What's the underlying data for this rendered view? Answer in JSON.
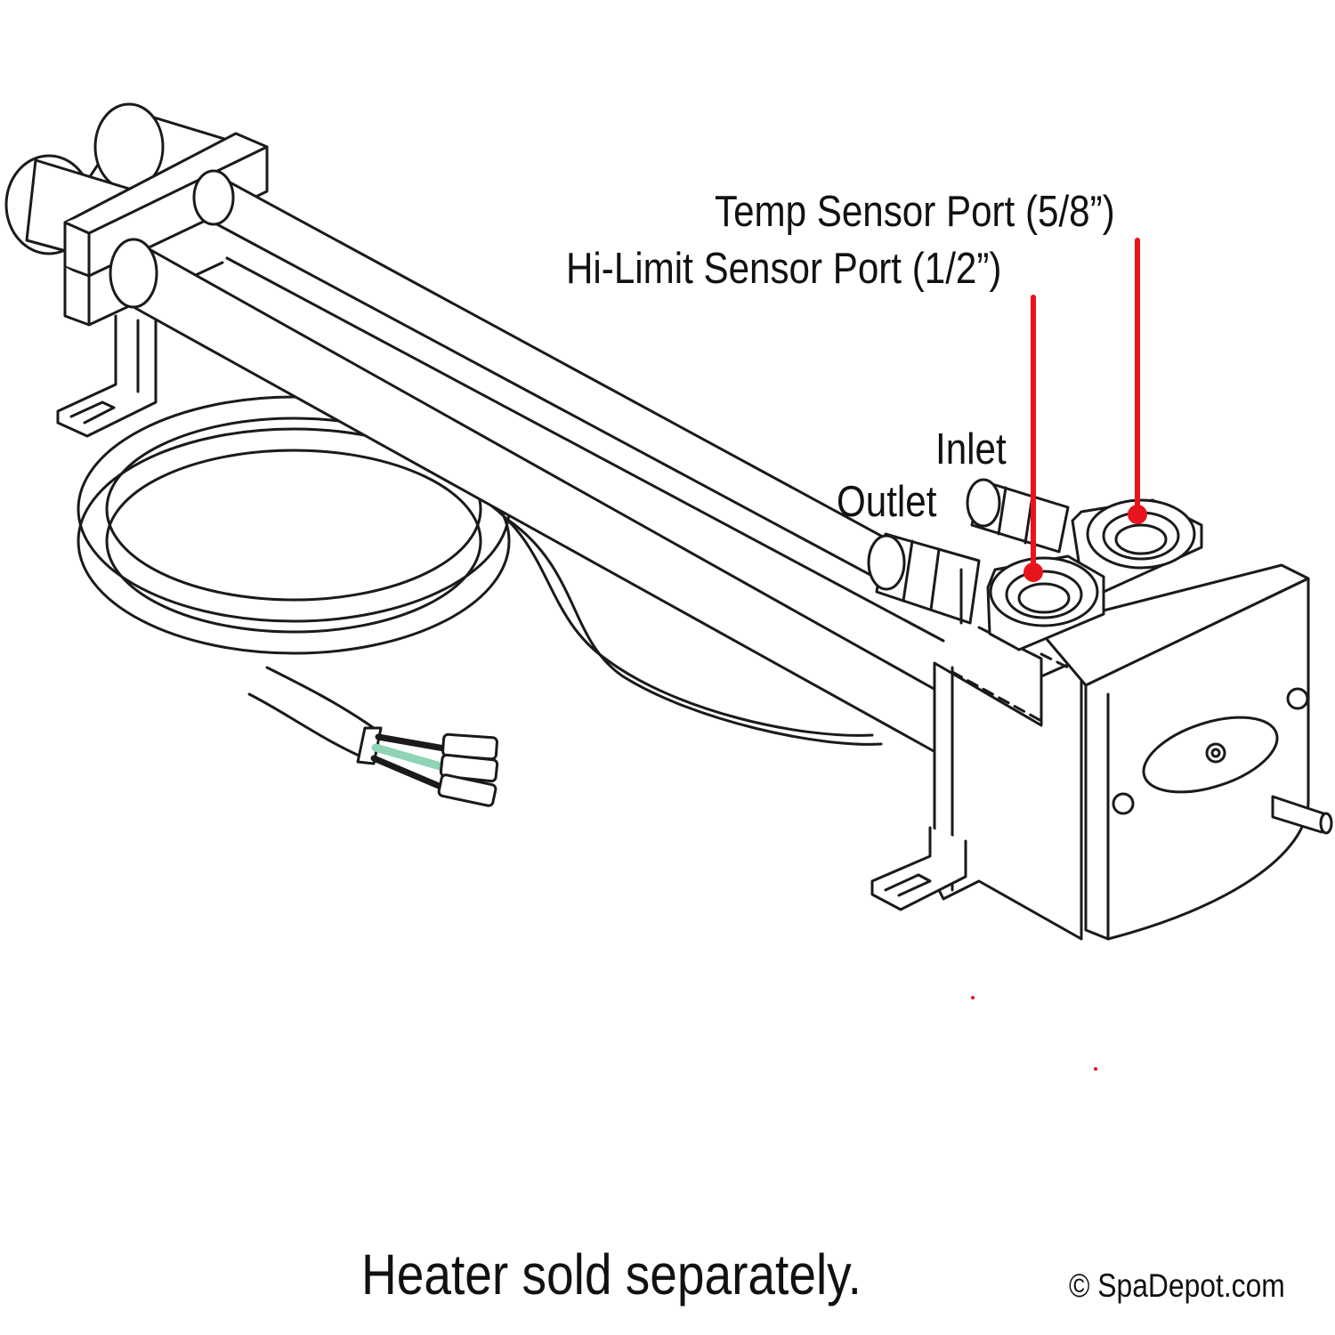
{
  "labels": {
    "temp_sensor_port": "Temp Sensor Port (5/8”)",
    "hi_limit_sensor_port": "Hi-Limit Sensor Port (1/2”)",
    "inlet": "Inlet",
    "outlet": "Outlet"
  },
  "caption": "Heater sold separately.",
  "copyright": "© SpaDepot.com",
  "colors": {
    "callout": "#e8141c",
    "line_art": "#1a1a1a",
    "ground_wire": "#8fd4b4"
  }
}
